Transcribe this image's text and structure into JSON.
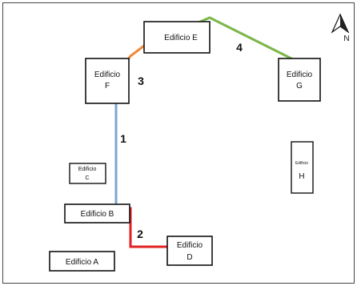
{
  "buildings": {
    "a": {
      "line1": "Edificio A"
    },
    "b": {
      "line1": "Edificio B"
    },
    "c": {
      "line1": "Edificio",
      "line2": "C"
    },
    "d": {
      "line1": "Edificio",
      "line2": "D"
    },
    "e": {
      "line1": "Edificio E"
    },
    "f": {
      "line1": "Edificio",
      "line2": "F"
    },
    "g": {
      "line1": "Edificio",
      "line2": "G"
    },
    "h": {
      "line1": "Edificio",
      "line2": "H"
    }
  },
  "routes": {
    "r1": {
      "label": "1",
      "color": "#7aa6d6"
    },
    "r2": {
      "label": "2",
      "color": "#e02020"
    },
    "r3": {
      "label": "3",
      "color": "#ef8a3a"
    },
    "r4": {
      "label": "4",
      "color": "#7ab648"
    }
  },
  "compass": {
    "label": "N",
    "icon": "north-arrow-icon"
  }
}
